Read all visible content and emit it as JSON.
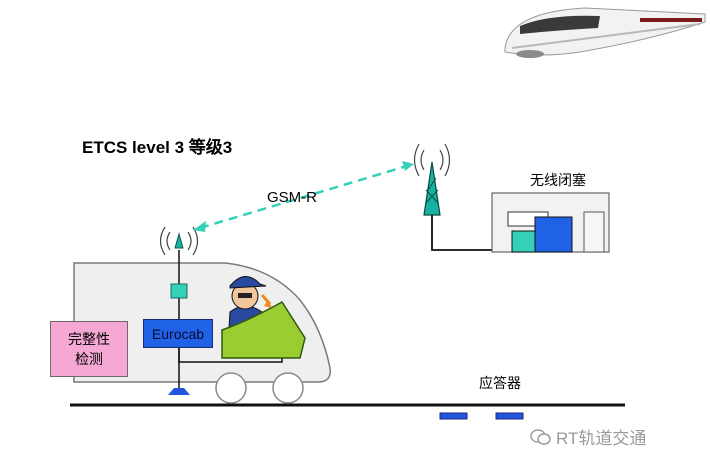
{
  "title": "ETCS level 3 等级3",
  "link_label": "GSM-R",
  "rbc_label": "无线闭塞",
  "balise_label": "应答器",
  "integrity_box": {
    "line1": "完整性",
    "line2": "检测"
  },
  "eurocab_label": "Eurocab",
  "watermark": "RT轨道交通",
  "colors": {
    "radio_link": "#35d0b8",
    "eurocab": "#1f62e6",
    "integrity": "#f5a8d3",
    "balise": "#2255dd",
    "cab": "#9acd32",
    "antenna": "#18b3a0"
  }
}
